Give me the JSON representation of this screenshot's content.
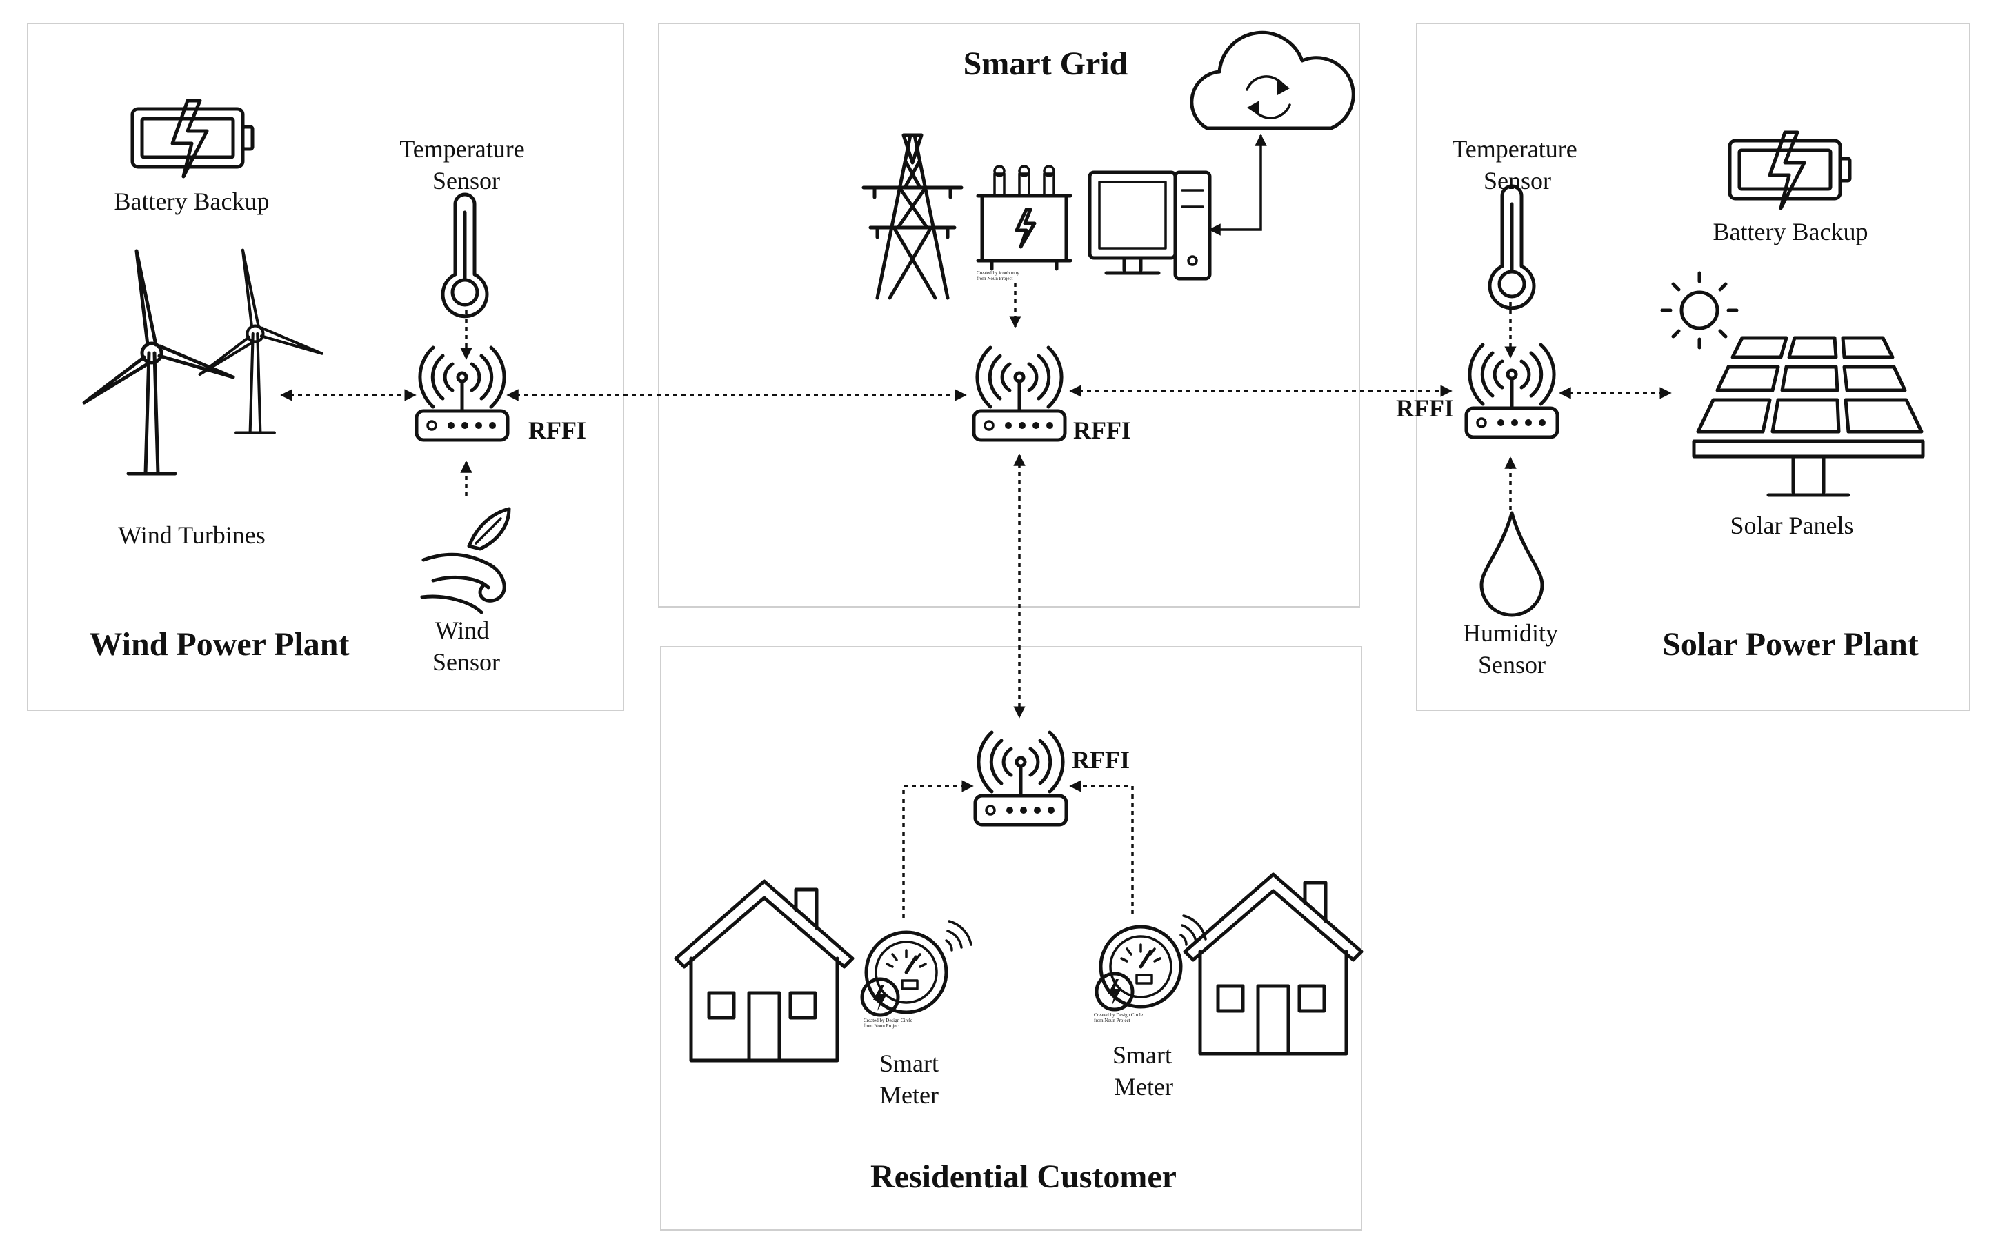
{
  "wind_plant": {
    "title": "Wind Power Plant",
    "battery_label": "Battery Backup",
    "temp_sensor_label": [
      "Temperature",
      "Sensor"
    ],
    "turbines_label": "Wind Turbines",
    "wind_sensor_label": [
      "Wind",
      "Sensor"
    ],
    "rffi_label": "RFFI"
  },
  "smart_grid": {
    "title": "Smart Grid",
    "rffi_label": "RFFI",
    "transformer_credit": [
      "Created by iconbunny",
      "from Noun Project"
    ]
  },
  "solar_plant": {
    "title": "Solar Power Plant",
    "temp_sensor_label": [
      "Temperature",
      "Sensor"
    ],
    "battery_label": "Battery Backup",
    "panels_label": "Solar Panels",
    "humidity_sensor_label": [
      "Humidity",
      "Sensor"
    ],
    "rffi_label": "RFFI"
  },
  "residential": {
    "title": "Residential Customer",
    "rffi_label": "RFFI",
    "meter_left_label": [
      "Smart",
      "Meter"
    ],
    "meter_right_label": [
      "Smart",
      "Meter"
    ],
    "meter_credit": [
      "Created by Design Circle",
      "from Noun Project"
    ]
  }
}
